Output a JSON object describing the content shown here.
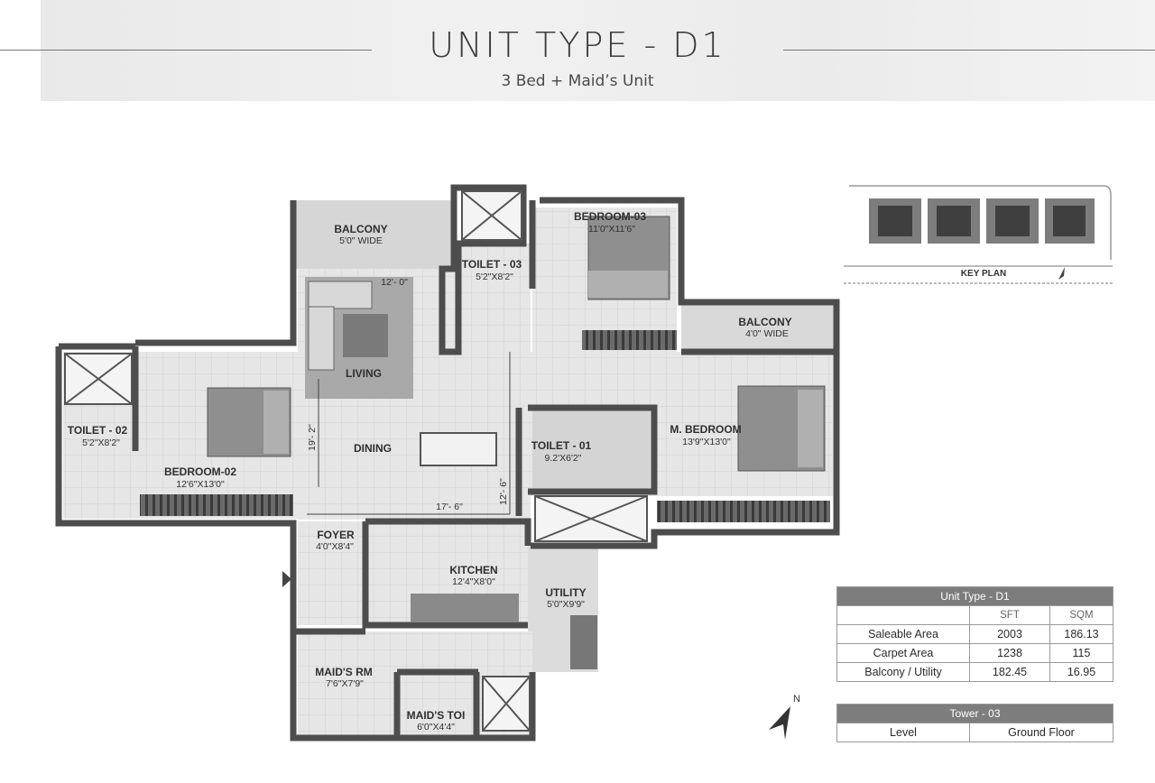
{
  "header": {
    "title": "UNIT TYPE - D1",
    "subtitle": "3 Bed + Maid’s Unit"
  },
  "rooms": {
    "balcony_top": {
      "name": "BALCONY",
      "dim": "5'0\" WIDE"
    },
    "toilet03": {
      "name": "TOILET - 03",
      "dim": "5'2\"X8'2\""
    },
    "bedroom03": {
      "name": "BEDROOM-03",
      "dim": "11'0\"X11'6\""
    },
    "balcony_right": {
      "name": "BALCONY",
      "dim": "4'0\" WIDE"
    },
    "living": {
      "name": "LIVING",
      "dim": "12'- 0\""
    },
    "dining": {
      "name": "DINING"
    },
    "toilet02": {
      "name": "TOILET - 02",
      "dim": "5'2\"X8'2\""
    },
    "bedroom02": {
      "name": "BEDROOM-02",
      "dim": "12'6\"X13'0\""
    },
    "toilet01": {
      "name": "TOILET - 01",
      "dim": "9.2'X6'2\""
    },
    "master": {
      "name": "M. BEDROOM",
      "dim": "13'9\"X13'0\""
    },
    "foyer": {
      "name": "FOYER",
      "dim": "4'0\"X8'4\""
    },
    "kitchen": {
      "name": "KITCHEN",
      "dim": "12'4\"X8'0\""
    },
    "utility": {
      "name": "UTILITY",
      "dim": "5'0\"X9'9\""
    },
    "maids_rm": {
      "name": "MAID'S RM",
      "dim": "7'6\"X7'9\""
    },
    "maids_toi": {
      "name": "MAID'S TOI",
      "dim": "6'0\"X4'4\""
    }
  },
  "dimensions": {
    "v_living": "19'- 2\"",
    "h_dining": "17'- 6\"",
    "v_dining": "12'- 6\""
  },
  "keyplan": {
    "label": "KEY PLAN"
  },
  "north": {
    "label": "N"
  },
  "area_table": {
    "title": "Unit Type - D1",
    "columns": [
      "",
      "SFT",
      "SQM"
    ],
    "rows": [
      [
        "Saleable Area",
        "2003",
        "186.13"
      ],
      [
        "Carpet Area",
        "1238",
        "115"
      ],
      [
        "Balcony / Utility",
        "182.45",
        "16.95"
      ]
    ]
  },
  "tower_table": {
    "title": "Tower - 03",
    "level_label": "Level",
    "level_value": "Ground Floor"
  },
  "colors": {
    "wall": "#4d4d4d",
    "floor": "#e3e3e3",
    "rug": "#a9a9a9",
    "table_header": "#7d7d7d"
  }
}
